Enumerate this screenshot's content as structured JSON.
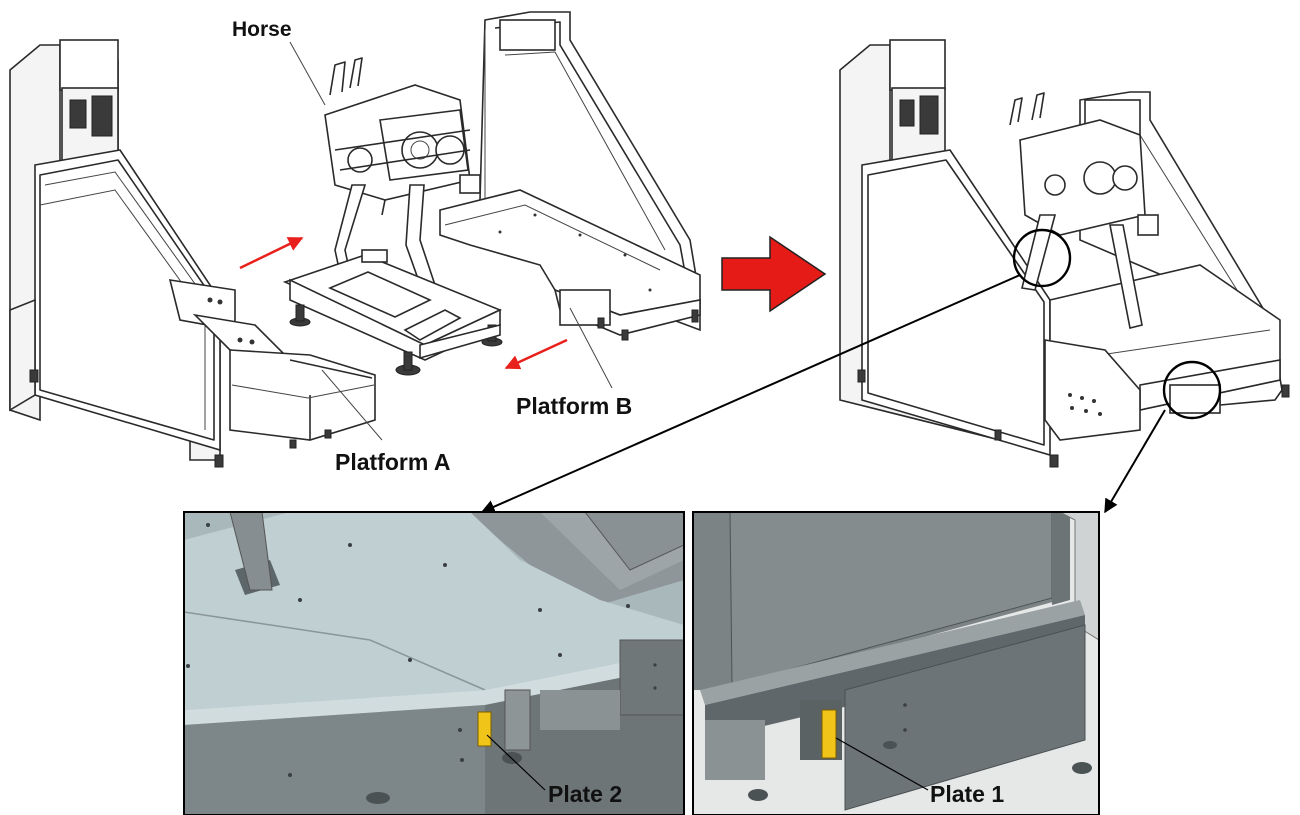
{
  "labels": {
    "horse": "Horse",
    "platform_a": "Platform A",
    "platform_b": "Platform B",
    "plate_2": "Plate 2",
    "plate_1": "Plate 1"
  },
  "colors": {
    "motion_arrow": "#e8211c",
    "big_arrow_fill": "#e41b17",
    "plate": "#f0c419",
    "detail_top": "#bfcfd2",
    "detail_side": "#7d8688",
    "detail_bg": "#e6e7e7"
  }
}
